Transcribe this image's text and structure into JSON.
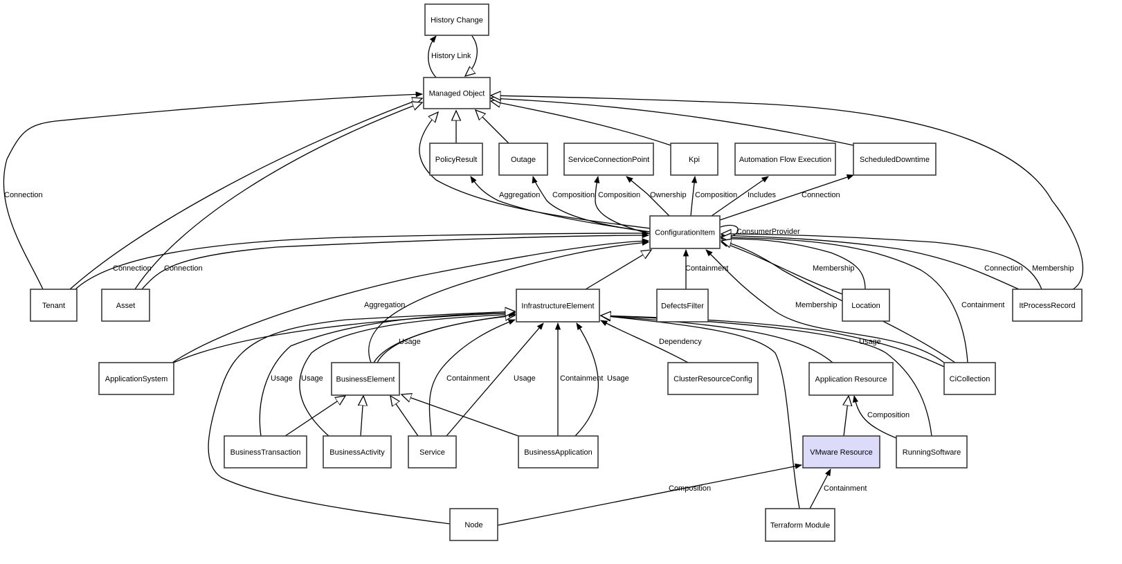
{
  "diagram": {
    "nodes": [
      {
        "id": "history_change",
        "label": "History Change"
      },
      {
        "id": "managed_object",
        "label": "Managed Object"
      },
      {
        "id": "policy_result",
        "label": "PolicyResult"
      },
      {
        "id": "outage",
        "label": "Outage"
      },
      {
        "id": "service_connection_point",
        "label": "ServiceConnectionPoint"
      },
      {
        "id": "kpi",
        "label": "Kpi"
      },
      {
        "id": "automation_flow_execution",
        "label": "Automation Flow Execution"
      },
      {
        "id": "scheduled_downtime",
        "label": "ScheduledDowntime"
      },
      {
        "id": "configuration_item",
        "label": "ConfigurationItem"
      },
      {
        "id": "tenant",
        "label": "Tenant"
      },
      {
        "id": "asset",
        "label": "Asset"
      },
      {
        "id": "infrastructure_element",
        "label": "InfrastructureElement"
      },
      {
        "id": "defects_filter",
        "label": "DefectsFilter"
      },
      {
        "id": "location",
        "label": "Location"
      },
      {
        "id": "it_process_record",
        "label": "ItProcessRecord"
      },
      {
        "id": "application_system",
        "label": "ApplicationSystem"
      },
      {
        "id": "business_element",
        "label": "BusinessElement"
      },
      {
        "id": "cluster_resource_config",
        "label": "ClusterResourceConfig"
      },
      {
        "id": "application_resource",
        "label": "Application Resource"
      },
      {
        "id": "ci_collection",
        "label": "CiCollection"
      },
      {
        "id": "business_transaction",
        "label": "BusinessTransaction"
      },
      {
        "id": "business_activity",
        "label": "BusinessActivity"
      },
      {
        "id": "service",
        "label": "Service"
      },
      {
        "id": "business_application",
        "label": "BusinessApplication"
      },
      {
        "id": "vmware_resource",
        "label": "VMware Resource",
        "highlighted": true
      },
      {
        "id": "running_software",
        "label": "RunningSoftware"
      },
      {
        "id": "node",
        "label": "Node"
      },
      {
        "id": "terraform_module",
        "label": "Terraform Module"
      }
    ],
    "edge_labels": [
      "History Link",
      "Connection",
      "Aggregation",
      "Composition",
      "Composition",
      "Ownership",
      "Composition",
      "Includes",
      "Connection",
      "ConsumerProvider",
      "Connection",
      "Connection",
      "Containment",
      "Membership",
      "Connection",
      "Membership",
      "Membership",
      "Containment",
      "Aggregation",
      "Usage",
      "Dependency",
      "Usage",
      "Usage",
      "Usage",
      "Containment",
      "Usage",
      "Containment",
      "Usage",
      "Composition",
      "Composition",
      "Containment"
    ],
    "highlight_color": "#dcdcfa"
  }
}
